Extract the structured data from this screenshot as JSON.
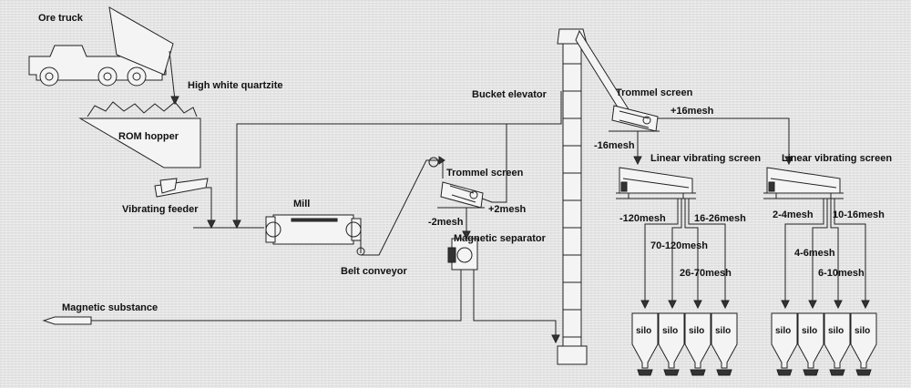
{
  "labels": {
    "ore_truck": "Ore truck",
    "high_white_quartzite": "High white quartzite",
    "rom_hopper": "ROM hopper",
    "vibrating_feeder": "Vibrating feeder",
    "mill": "Mill",
    "belt_conveyor": "Belt conveyor",
    "trommel_screen_1": "Trommel screen",
    "plus_2mesh": "+2mesh",
    "minus_2mesh": "-2mesh",
    "magnetic_separator": "Magnetic separator",
    "magnetic_substance": "Magnetic substance",
    "bucket_elevator": "Bucket elevator",
    "trommel_screen_2": "Trommel screen",
    "plus_16mesh": "+16mesh",
    "minus_16mesh": "-16mesh",
    "linear_vibrating_screen_1": "Linear vibrating screen",
    "linear_vibrating_screen_2": "Linear vibrating screen",
    "minus_120mesh": "-120mesh",
    "mesh_16_26": "16-26mesh",
    "mesh_70_120": "70-120mesh",
    "mesh_26_70": "26-70mesh",
    "mesh_2_4": "2-4mesh",
    "mesh_10_16": "10-16mesh",
    "mesh_4_6": "4-6mesh",
    "mesh_6_10": "6-10mesh"
  },
  "silos": [
    "silo",
    "silo",
    "silo",
    "silo",
    "silo",
    "silo",
    "silo",
    "silo"
  ]
}
